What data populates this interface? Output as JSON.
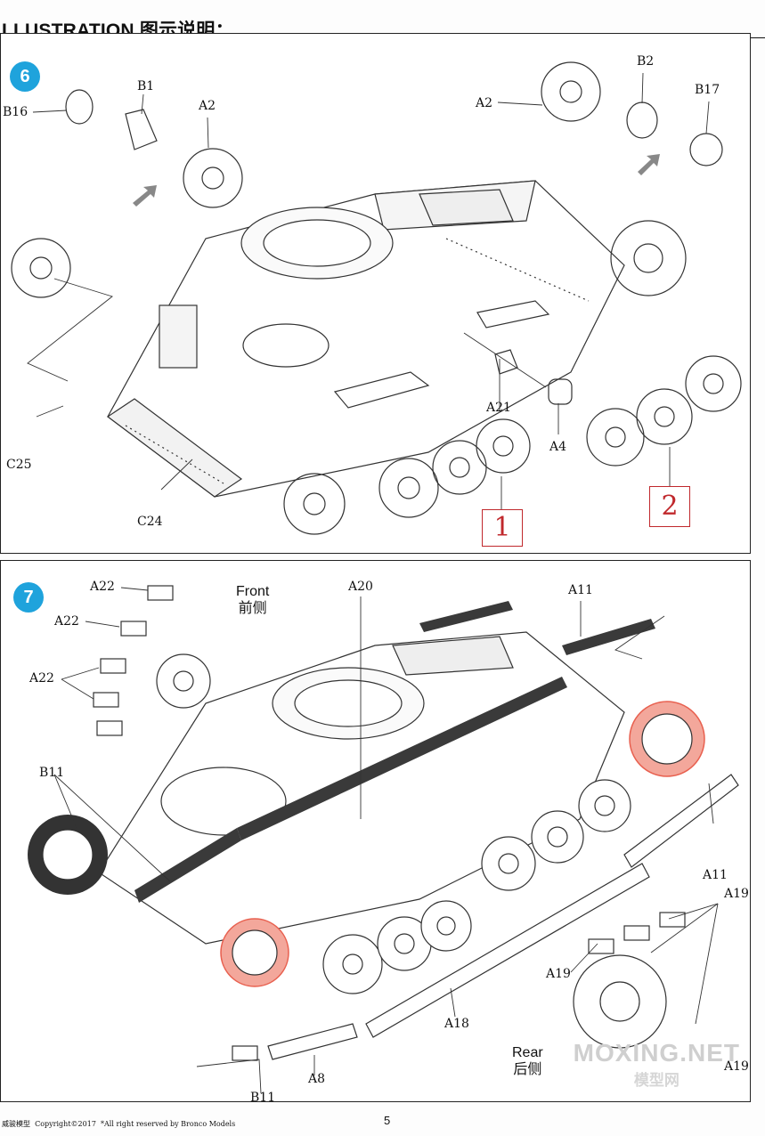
{
  "header": {
    "title": "LLUSTRATION 图示说明："
  },
  "step6": {
    "number": "6",
    "labels": {
      "b16": "B16",
      "b1": "B1",
      "a2_left": "A2",
      "a2_right": "A2",
      "b2": "B2",
      "b17": "B17",
      "a21": "A21",
      "a4": "A4",
      "c25": "C25",
      "c24": "C24"
    },
    "callouts": [
      "1",
      "2"
    ]
  },
  "step7": {
    "number": "7",
    "labels": {
      "a22_top": "A22",
      "a22_mid": "A22",
      "a22_low": "A22",
      "a20": "A20",
      "a11_top": "A11",
      "a11_right": "A11",
      "b11_left": "B11",
      "b11_bottom": "B11",
      "a19_right": "A19",
      "a19_left": "A19",
      "a19_bottom": "A19",
      "a18": "A18",
      "a8": "A8"
    },
    "front": {
      "en": "Front",
      "zh": "前侧"
    },
    "rear": {
      "en": "Rear",
      "zh": "后侧"
    }
  },
  "watermark": {
    "main": "MOXING.NET",
    "sub": "模型网"
  },
  "footer": {
    "brand": "威骏模型",
    "copyright": "Copyright©2017",
    "rights": "*All right reserved by Bronco Models",
    "page": "5"
  },
  "colors": {
    "step_badge": "#1fa3dc",
    "callout_red": "#c0282c",
    "sprocket_highlight": "#e8604f"
  }
}
